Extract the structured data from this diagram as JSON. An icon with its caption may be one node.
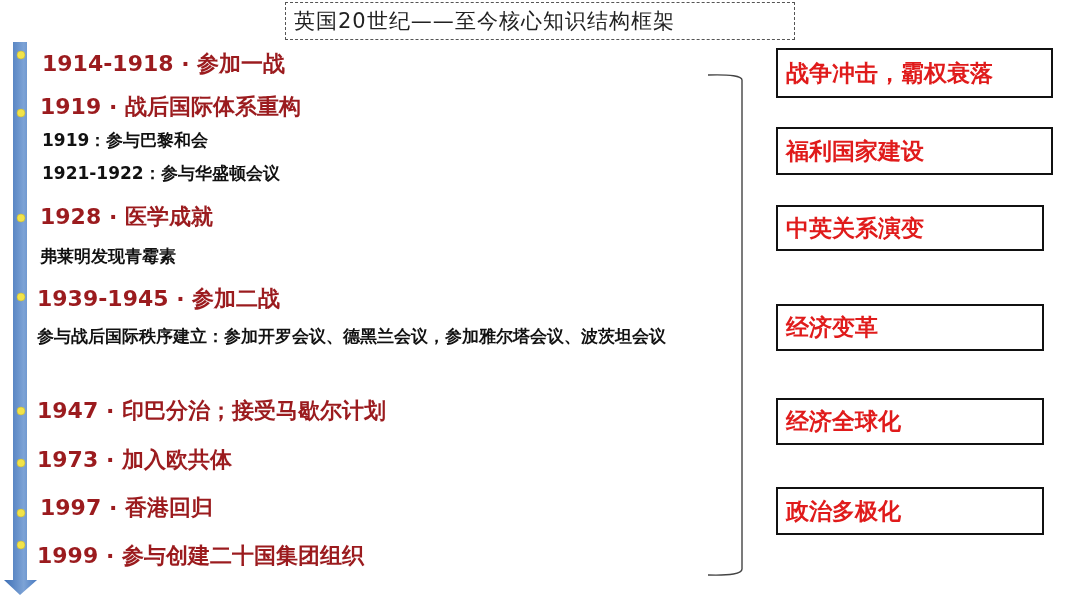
{
  "diagram": {
    "title": "英国20世纪——至今核心知识结构框架",
    "nodes": [
      {
        "text": [
          "战争冲击，霸权衰落"
        ]
      },
      {
        "text": [
          "福利国家建设"
        ]
      },
      {
        "text": [
          "中英关系演变"
        ]
      },
      {
        "text": [
          "经济变革"
        ]
      },
      {
        "text": [
          "经济全球化"
        ]
      },
      {
        "text": [
          "政治多极化"
        ]
      }
    ],
    "labels": [
      "1914-1918 · 参加一战",
      "1919 · 战后国际体系重构",
      "1919：参与巴黎和会",
      "1921-1922：参与华盛顿会议",
      "1928 · 医学成就",
      "弗莱明发现青霉素",
      "1939-1945 · 参加二战",
      "参与战后国际秩序建立：参加开罗会议、德黑兰会议，参加雅尔塔会议、波茨坦会议",
      "1947 · 印巴分治；接受马歇尔计划",
      "1973 · 加入欧共体",
      "1997 · 香港回归",
      "1999 · 参与创建二十国集团组织"
    ]
  }
}
